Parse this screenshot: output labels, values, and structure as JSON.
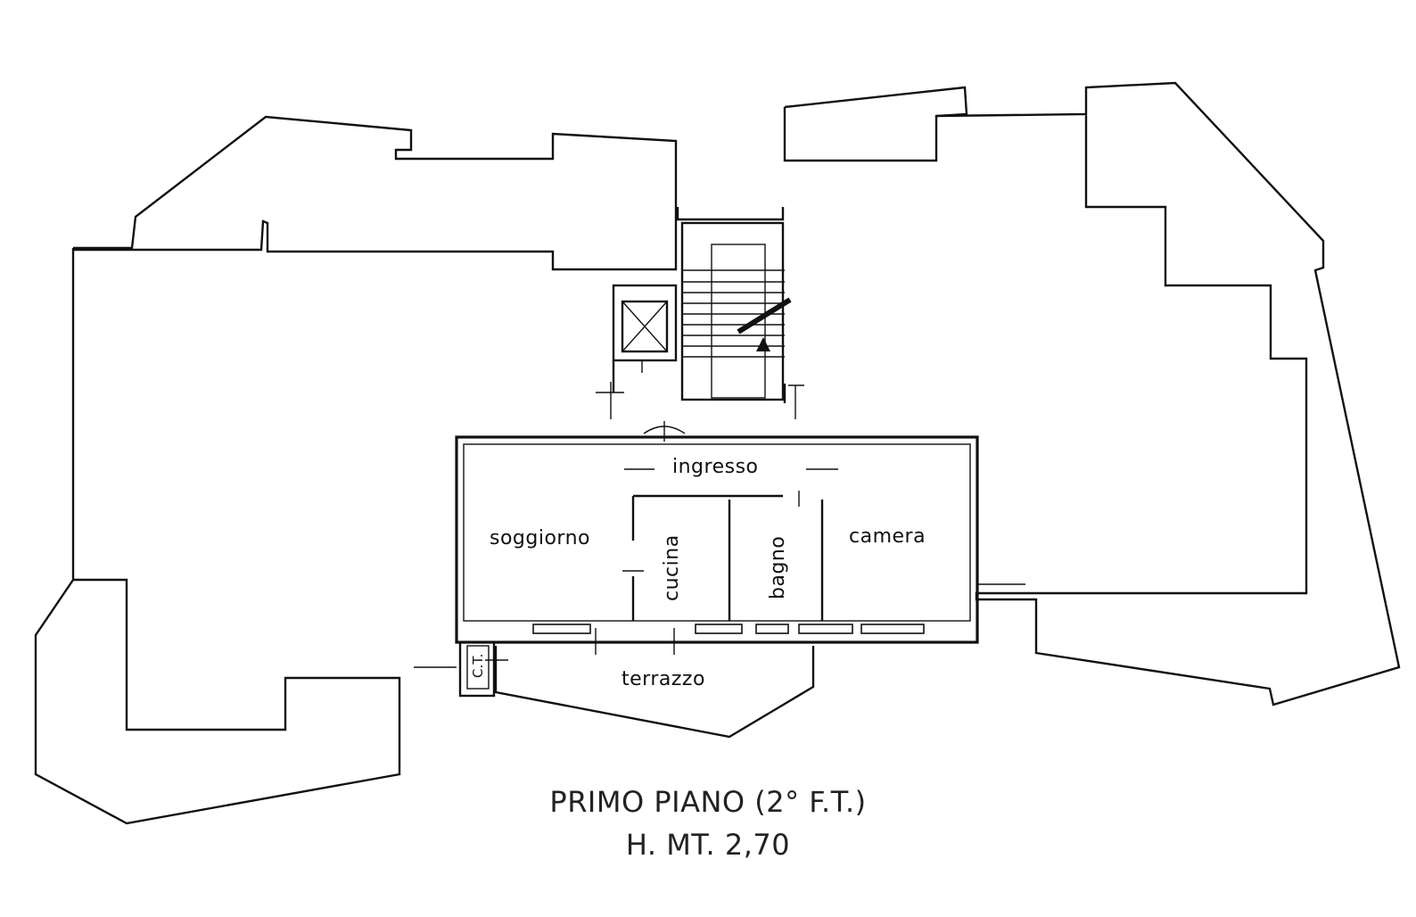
{
  "rooms": {
    "ingresso": "ingresso",
    "soggiorno": "soggiorno",
    "cucina": "cucina",
    "bagno": "bagno",
    "camera": "camera",
    "terrazzo": "terrazzo",
    "ct": "C.T."
  },
  "caption": {
    "floor": "PRIMO PIANO (2° F.T.)",
    "height": "H. MT. 2,70"
  }
}
